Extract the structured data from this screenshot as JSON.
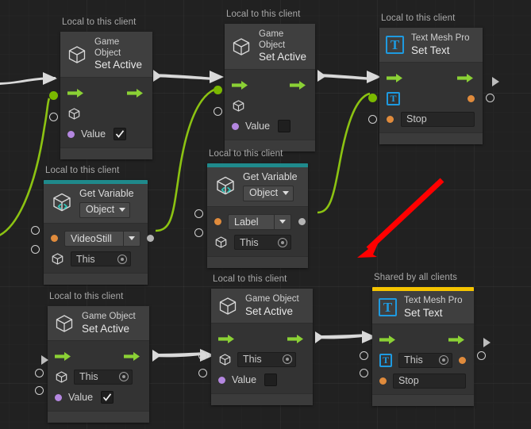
{
  "app": {
    "name": "udon-graph-editor",
    "background_color": "#212121",
    "accent_colors": {
      "get_variable_header": "#1f8a8c",
      "shared_header": "#f5c400",
      "flow_green": "#8bd135",
      "wire_green": "#8cc312",
      "tmp_blue": "#1e9ae0",
      "orange_port": "#e08b3c",
      "purple_port": "#b487e0",
      "annotation_red": "#ff0000"
    }
  },
  "scopes": {
    "local": "Local to this client",
    "shared": "Shared by all clients"
  },
  "nodes": {
    "n1": {
      "scope": "Local to this client",
      "title_top": "Game Object",
      "title_main": "Set Active",
      "icon": "cube-icon",
      "value_label": "Value",
      "value_checked": true
    },
    "n2": {
      "scope": "Local to this client",
      "title_top": "Game Object",
      "title_main": "Set Active",
      "icon": "cube-icon",
      "value_label": "Value",
      "value_checked": false
    },
    "n3": {
      "scope": "Local to this client",
      "title_top": "Text Mesh Pro",
      "title_main": "Set Text",
      "icon": "text-mesh-pro-icon",
      "text_value": "Stop"
    },
    "n4": {
      "scope": "Local to this client",
      "title_top": "Get Variable",
      "icon": "cube-code-icon",
      "type_dropdown": "Object",
      "variable_name": "VideoStill",
      "target_value": "This"
    },
    "n5": {
      "scope": "Local to this client",
      "title_top": "Get Variable",
      "icon": "cube-code-icon",
      "type_dropdown": "Object",
      "variable_name": "Label",
      "target_value": "This"
    },
    "n6": {
      "scope": "Local to this client",
      "title_top": "Game Object",
      "title_main": "Set Active",
      "icon": "cube-icon",
      "target_value": "This",
      "value_label": "Value",
      "value_checked": true
    },
    "n7": {
      "scope": "Local to this client",
      "title_top": "Game Object",
      "title_main": "Set Active",
      "icon": "cube-icon",
      "target_value": "This",
      "value_label": "Value",
      "value_checked": false
    },
    "n8": {
      "scope": "Shared by all clients",
      "title_top": "Text Mesh Pro",
      "title_main": "Set Text",
      "icon": "text-mesh-pro-icon",
      "target_value": "This",
      "text_value": "Stop"
    }
  }
}
